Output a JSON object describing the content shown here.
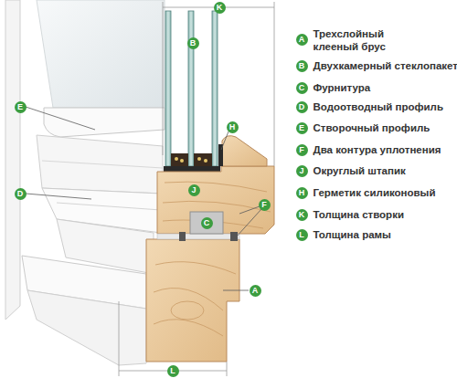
{
  "diagram": {
    "nodes": [
      {
        "text": [
          "K"
        ]
      },
      {
        "text": [
          "B"
        ]
      },
      {
        "text": [
          "E"
        ]
      },
      {
        "text": [
          "H"
        ]
      },
      {
        "text": [
          "J"
        ]
      },
      {
        "text": [
          "F"
        ]
      },
      {
        "text": [
          "C"
        ]
      },
      {
        "text": [
          "D"
        ]
      },
      {
        "text": [
          "A"
        ]
      },
      {
        "text": [
          "L"
        ]
      },
      {
        "text": [
          "A",
          "Трехслойный клееный брус"
        ]
      },
      {
        "text": [
          "B",
          "Двухкамерный стеклопакет"
        ]
      },
      {
        "text": [
          "C",
          "Фурнитура"
        ]
      },
      {
        "text": [
          "D",
          "Водоотводный профиль"
        ]
      },
      {
        "text": [
          "E",
          "Створочный профиль"
        ]
      },
      {
        "text": [
          "F",
          "Два контура уплотнения"
        ]
      },
      {
        "text": [
          "J",
          "Округлый штапик"
        ]
      },
      {
        "text": [
          "H",
          "Герметик силиконовый"
        ]
      },
      {
        "text": [
          "K",
          "Толщина створки"
        ]
      },
      {
        "text": [
          "L",
          "Толщина рамы"
        ]
      }
    ]
  }
}
